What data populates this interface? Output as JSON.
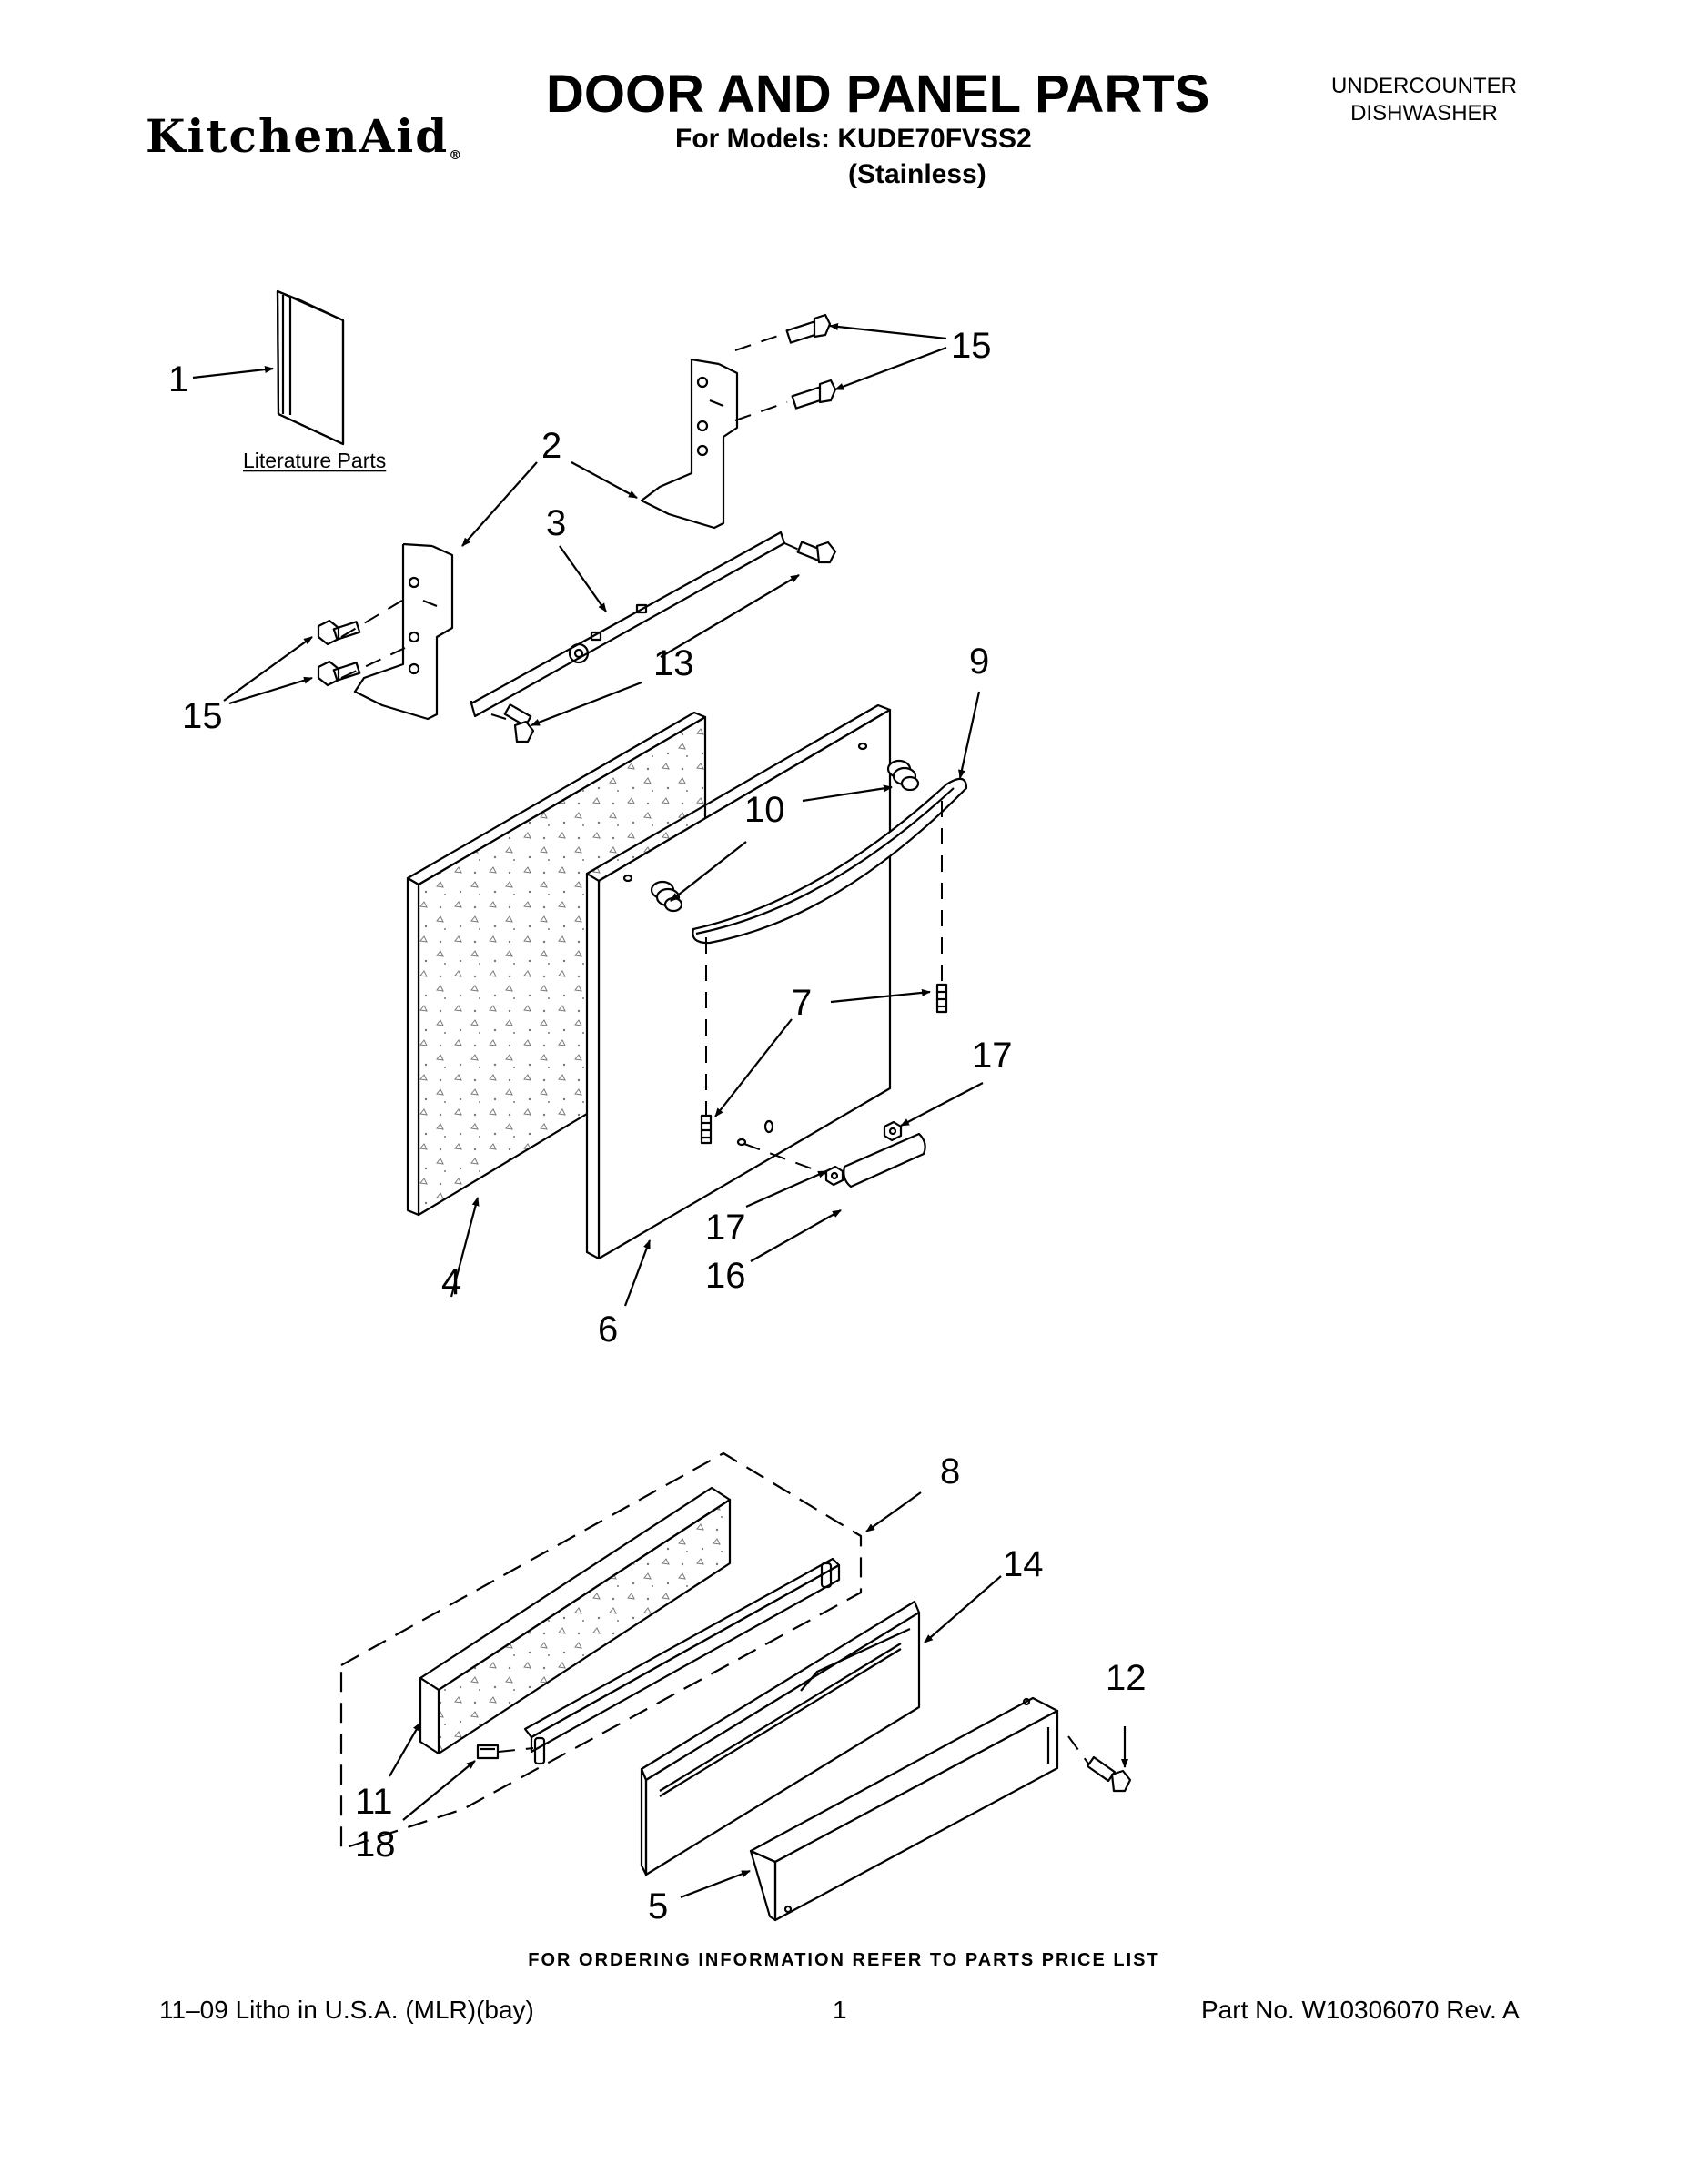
{
  "header": {
    "brand": "KitchenAid",
    "title": "DOOR AND PANEL PARTS",
    "models_line": "For Models: KUDE70FVSS2",
    "finish": "(Stainless)",
    "product_type": [
      "UNDERCOUNTER",
      "DISHWASHER"
    ]
  },
  "diagram": {
    "literature_label": "Literature Parts",
    "callouts": {
      "c1": "1",
      "c2": "2",
      "c3": "3",
      "c4": "4",
      "c5": "5",
      "c6": "6",
      "c7": "7",
      "c8": "8",
      "c9": "9",
      "c10": "10",
      "c11": "11",
      "c12": "12",
      "c13": "13",
      "c14": "14",
      "c15a": "15",
      "c15b": "15",
      "c16": "16",
      "c17a": "17",
      "c17b": "17",
      "c18": "18"
    }
  },
  "footer": {
    "ordering_note": "FOR ORDERING INFORMATION REFER TO PARTS PRICE LIST",
    "print_info": "11–09 Litho in U.S.A. (MLR)(bay)",
    "page_number": "1",
    "part_number": "Part No. W10306070 Rev. A"
  }
}
